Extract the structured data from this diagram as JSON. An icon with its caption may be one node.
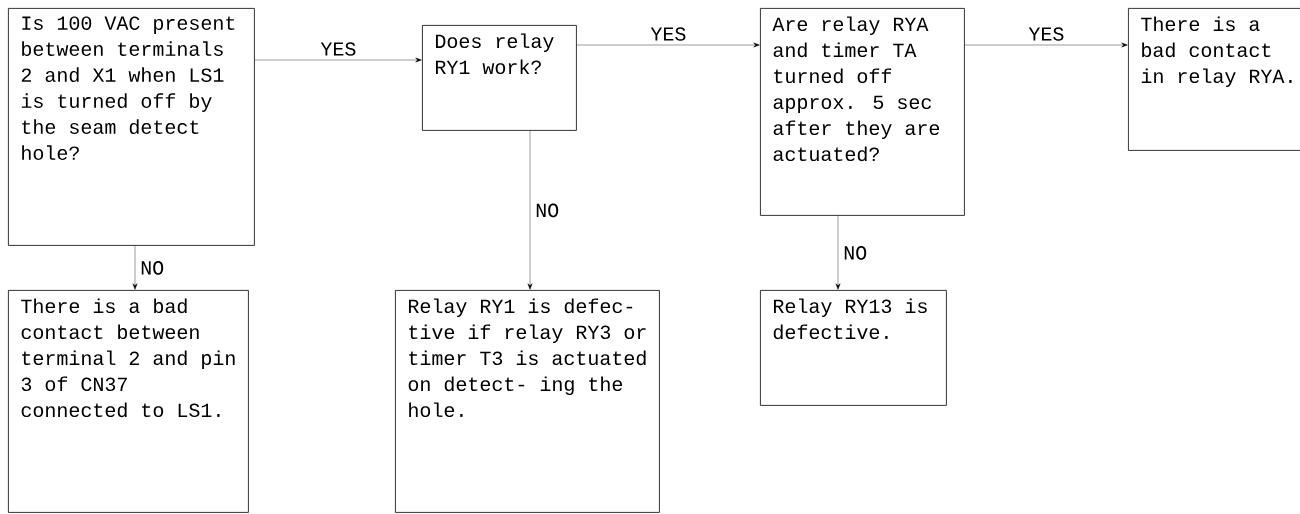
{
  "diagram": {
    "nodes": [
      {
        "text": [
          "Is 100 VAC present between terminals 2 and X1 when LS1 is turned off by the seam detect hole?"
        ]
      },
      {
        "text": [
          "Does relay RY1 work?"
        ]
      },
      {
        "text": [
          "Are relay RYA and timer TA turned off approx. 5 sec after they are actuated?"
        ]
      },
      {
        "text": [
          "There is a bad contact in relay RYA."
        ]
      },
      {
        "text": [
          "There is a bad contact between terminal 2 and pin 3 of CN37 connected to LS1."
        ]
      },
      {
        "text": [
          "Relay RY1 is defec- tive if relay RY3 or timer T3 is actuated on detect- ing the hole."
        ]
      },
      {
        "text": [
          "Relay RY13 is defective."
        ]
      }
    ],
    "edges": [
      {
        "from": 0,
        "to": 1,
        "arrow": "to",
        "label": "YES"
      },
      {
        "from": 1,
        "to": 2,
        "arrow": "to",
        "label": "YES"
      },
      {
        "from": 2,
        "to": 3,
        "arrow": "to",
        "label": "YES"
      },
      {
        "from": 0,
        "to": 4,
        "arrow": "to",
        "label": "NO"
      },
      {
        "from": 1,
        "to": 5,
        "arrow": "to",
        "label": "NO"
      },
      {
        "from": 2,
        "to": 6,
        "arrow": "to",
        "label": "NO"
      }
    ]
  }
}
